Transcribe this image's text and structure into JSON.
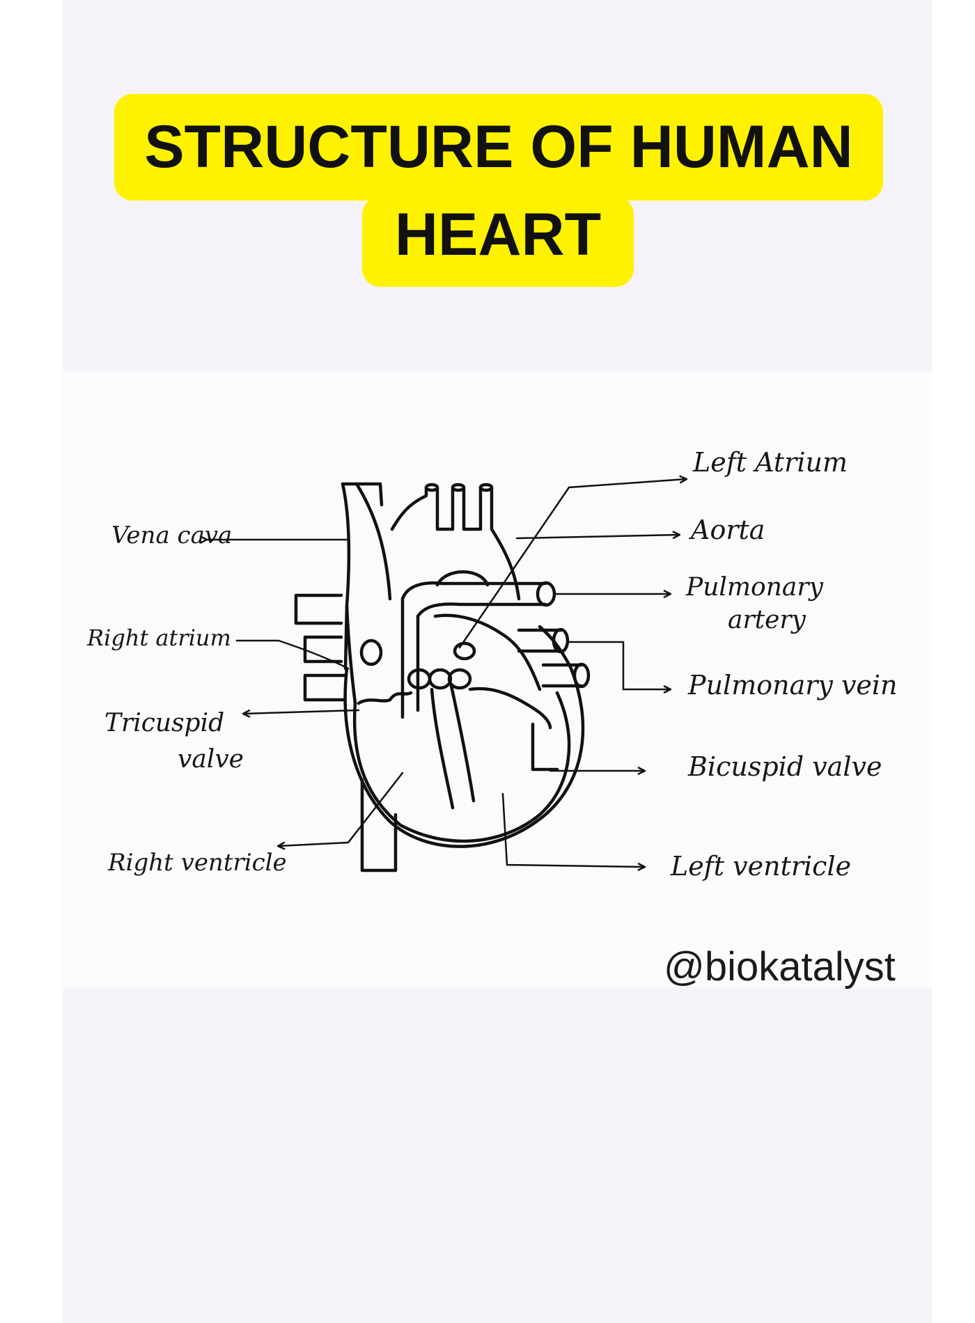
{
  "title": {
    "line1": "STRUCTURE OF HUMAN",
    "line2": "HEART",
    "highlight_color": "#fff200"
  },
  "labels": {
    "vena_cava": "Vena cava",
    "right_atrium": "Right atrium",
    "tricuspid_valve_line1": "Tricuspid",
    "tricuspid_valve_line2": "valve",
    "right_ventricle": "Right ventricle",
    "left_atrium": "Left Atrium",
    "aorta": "Aorta",
    "pulmonary_artery_line1": "Pulmonary",
    "pulmonary_artery_line2": "artery",
    "pulmonary_vein": "Pulmonary vein",
    "bicuspid_valve": "Bicuspid valve",
    "left_ventricle": "Left ventricle"
  },
  "watermark": "@biokatalyst"
}
